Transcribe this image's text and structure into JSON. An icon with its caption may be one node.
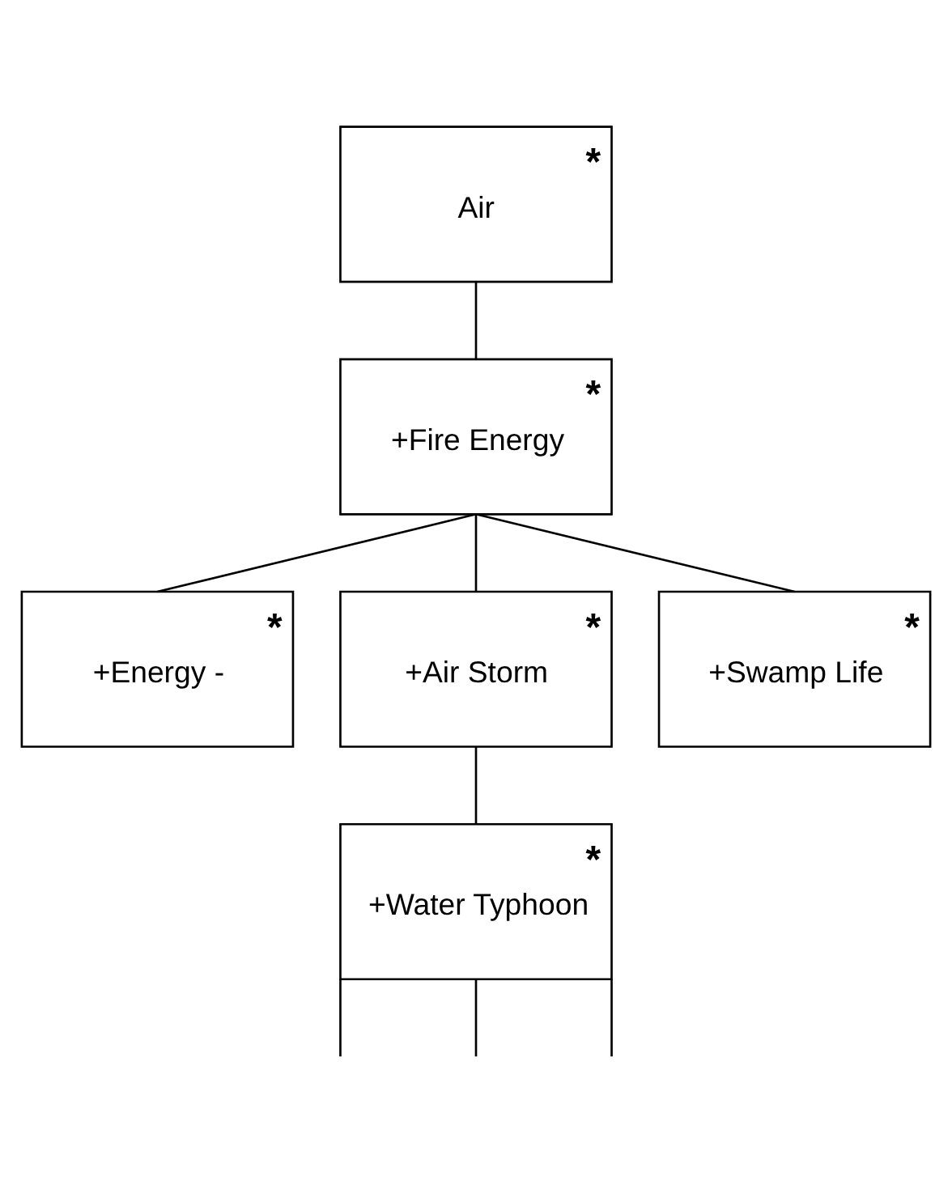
{
  "diagram": {
    "nodes": [
      {
        "text": [
          "*",
          "Air"
        ]
      },
      {
        "text": [
          "*",
          "+Fire Energy"
        ]
      },
      {
        "text": [
          "*",
          "+Energy -"
        ]
      },
      {
        "text": [
          "*",
          "+Air Storm"
        ]
      },
      {
        "text": [
          "*",
          "+Swamp Life"
        ]
      },
      {
        "text": [
          "*",
          "+Water Typhoon"
        ]
      }
    ],
    "edges": [
      {
        "from": 0,
        "to": 1,
        "arrow": "none"
      },
      {
        "from": 1,
        "to": 2,
        "arrow": "none"
      },
      {
        "from": 1,
        "to": 3,
        "arrow": "none"
      },
      {
        "from": 1,
        "to": 4,
        "arrow": "none"
      },
      {
        "from": 3,
        "to": 5,
        "arrow": "none"
      },
      {
        "from": 5,
        "to": null,
        "arrow": "none"
      },
      {
        "from": 5,
        "to": null,
        "arrow": "none"
      },
      {
        "from": 5,
        "to": null,
        "arrow": "none"
      }
    ]
  }
}
